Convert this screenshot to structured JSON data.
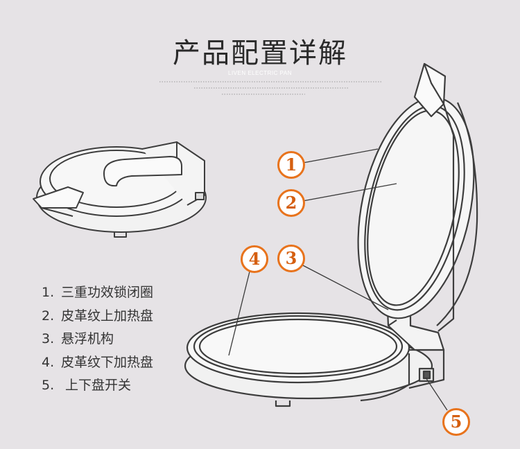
{
  "title": "产品配置详解",
  "subtitle": "LIVEN ELECTRIC PAN",
  "legend": [
    {
      "num": "1.",
      "text": "三重功效锁闭圈"
    },
    {
      "num": "2.",
      "text": "皮革纹上加热盘"
    },
    {
      "num": "3.",
      "text": "悬浮机构"
    },
    {
      "num": "4.",
      "text": "皮革纹下加热盘"
    },
    {
      "num": "5.",
      "text": " 上下盘开关"
    }
  ],
  "callouts": [
    "1",
    "2",
    "3",
    "4",
    "5"
  ],
  "colors": {
    "accent": "#e8731c",
    "line": "#4a4a4a",
    "background": "#e6e3e6"
  }
}
